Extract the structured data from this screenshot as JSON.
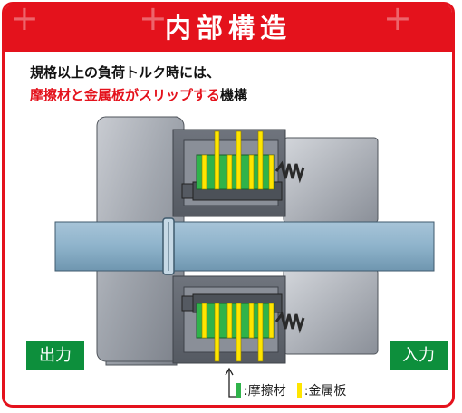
{
  "header": {
    "title": "内部構造"
  },
  "description": {
    "line1": "規格以上の負荷トルク時には、",
    "line2_highlight": "摩擦材と金属板がスリップする",
    "line2_rest": "機構"
  },
  "labels": {
    "output": "出力",
    "input": "入力"
  },
  "legend": {
    "friction": ":摩擦材",
    "metal": ":金属板"
  },
  "colors": {
    "accent_red": "#e4121c",
    "label_green": "#0d8f3c",
    "friction_green": "#2fb34a",
    "metal_yellow": "#ffe500",
    "housing_gray": "#9a9fa8",
    "shaft_blue": "#8fb4cc"
  },
  "icons": [
    "arrow-up-icon",
    "spring-icon",
    "cross-mark-icon"
  ]
}
